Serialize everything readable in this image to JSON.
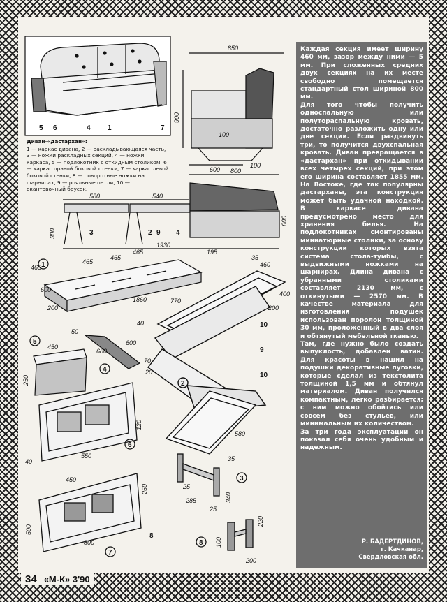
{
  "article": {
    "caption_title": "Диван-«дастархан»:",
    "caption_body": "1 — каркас дивана, 2 — раскладывающаяся часть, 3 — ножки раскладных секций, 4 — ножки каркаса, 5 — подлокотник с откидным столиком, 6 — каркас правой боковой стенки, 7 — каркас левой боковой стенки, 8 — поворотные ножки на шарнирах, 9 — рояльные петли, 10 — окантовочный брусок.",
    "paragraphs": [
      "Каждая секция имеет ширину 460 мм, зазор между ними — 5 мм. При сложенных средних двух секциях на их месте свободно помещается стандартный стол шириной 800 мм.",
      "Для того чтобы получить односпальную или полуторaспальную кровать, достаточно разложить одну или две секции. Если раздвинуть три, то получится двухспальная кровать. Диван превращается в «дастархан» при откидывании всех четырех секций, при этом его ширина составляет 1855 мм. На Востоке, где так популярны дастарханы, эта конструкция может быть удачной находкой. В каркасе дивана предусмотрено место для хранения белья. На подлокотниках смонтированы миниатюрные столики, за основу конструкции которых взята система стола-тумбы, с выдвижными ножками на шарнирах. Длина дивана с убранными столиками составляет 2130 мм, с откинутыми — 2570 мм. В качестве материала для изготовления подушек использован поролон толщиной 30 мм, проложенный в два слоя и обтянутый мебельной тканью.",
      "Там, где нужно было создать выпуклость, добавлен ватин. Для красоты в нашил на подушки декоративные пуговки, которые сделал из текстолита толщиной 1,5 мм и обтянул материалом. Диван получился компактным, легко разбирается; с ним можно обойтись или совсем без стульев, или минимальным их количеством.",
      "За три года эксплуатации он показал себя очень удобным и надежным."
    ],
    "author": "Р. БАДЕРТДИНОВ,",
    "city": "г. Качканар,",
    "region": "Свердловская обл."
  },
  "footer": {
    "page_number": "34",
    "magazine": "«М-К» 3'90"
  },
  "drawing_labels": {
    "dims": [
      "850",
      "900",
      "100",
      "600",
      "100",
      "800",
      "580",
      "540",
      "600",
      "300",
      "1930",
      "195",
      "465",
      "465",
      "465",
      "465",
      "1860",
      "600",
      "460",
      "50",
      "400",
      "200",
      "770",
      "40",
      "450",
      "680",
      "600",
      "70",
      "200",
      "120",
      "250",
      "550",
      "40",
      "450",
      "500",
      "800",
      "250",
      "35",
      "25",
      "285",
      "340",
      "25",
      "220",
      "100",
      "200",
      "580",
      "10",
      "10",
      "9"
    ],
    "parts": [
      "1",
      "2",
      "3",
      "4",
      "5",
      "6",
      "7",
      "8",
      "9",
      "10"
    ]
  }
}
